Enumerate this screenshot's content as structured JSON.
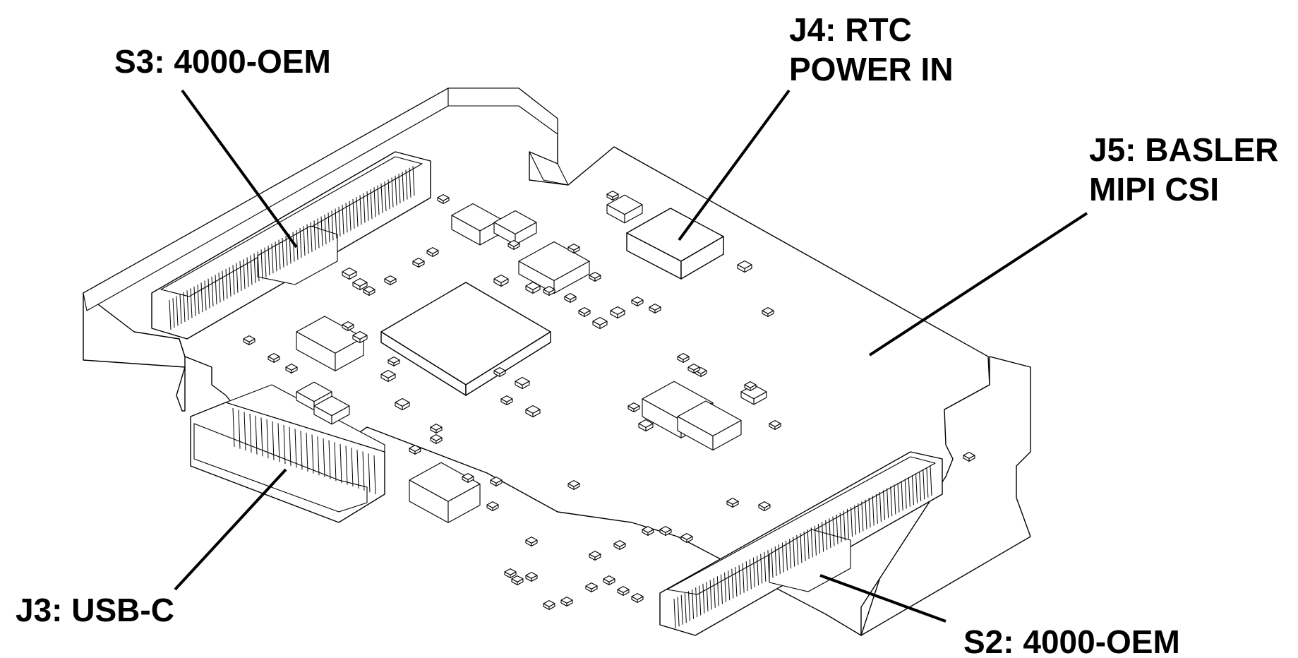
{
  "callouts": {
    "s3": {
      "lines": [
        "S3: 4000-OEM"
      ]
    },
    "j4": {
      "lines": [
        "J4: RTC",
        "POWER IN"
      ]
    },
    "j5": {
      "lines": [
        "J5: BASLER",
        "MIPI CSI"
      ]
    },
    "j3": {
      "lines": [
        "J3: USB-C"
      ]
    },
    "s2": {
      "lines": [
        "S2: 4000-OEM"
      ]
    }
  }
}
